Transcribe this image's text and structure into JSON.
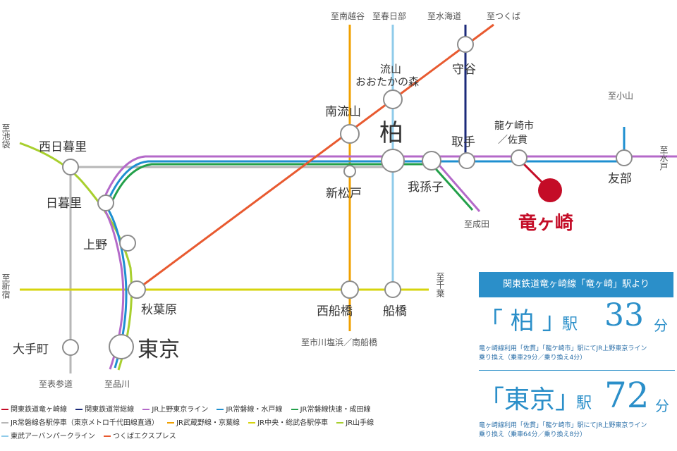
{
  "colors": {
    "kantetsu": "#c40c27",
    "joso": "#1b2a7a",
    "ueno_tokyo": "#b469c9",
    "joban_mito": "#1e8fd0",
    "joban_rapid": "#23a04a",
    "joban_local": "#b7b7b7",
    "musashino": "#f0a000",
    "chuo_sobu": "#d6d40d",
    "yamanote": "#a8cf2e",
    "urban_park": "#8fcbea",
    "tsukuba_express": "#e85a30"
  },
  "directions": {
    "minami_koshigaya": "至南越谷",
    "kasukabe": "至春日部",
    "mitsukaido": "至水海道",
    "tsukuba": "至つくば",
    "oyama": "至小山",
    "mito": "至水戸",
    "ikebukuro": "至池袋",
    "shinjuku": "至新宿",
    "chiba": "至千葉",
    "narita": "至成田",
    "ichikawa": "至市川塩浜／南船橋",
    "omotesando": "至表参道",
    "shinagawa": "至品川"
  },
  "stations": {
    "moriya": "守谷",
    "nagareyama_line1": "流山",
    "nagareyama_line2": "おおたかの森",
    "minami_nagareyama": "南流山",
    "kashiwa": "柏",
    "shin_matsudo": "新松戸",
    "abiko": "我孫子",
    "toride": "取手",
    "ryugasaki_shi_line1": "龍ケ崎市",
    "ryugasaki_shi_line2": "／佐貫",
    "tomobe": "友部",
    "ryugasaki": "竜ヶ崎",
    "nishi_nippori": "西日暮里",
    "nippori": "日暮里",
    "ueno": "上野",
    "akihabara": "秋葉原",
    "tokyo": "東京",
    "otemachi": "大手町",
    "nishi_funabashi": "西船橋",
    "funabashi": "船橋"
  },
  "info": {
    "header": "関東鉄道竜ヶ崎線「竜ヶ崎」駅より",
    "kashiwa": {
      "name": "「 柏 」",
      "eki": "駅",
      "minutes": "33",
      "unit": "分",
      "note_line1": "竜ヶ崎線利用「佐貫」「龍ケ崎市」駅にてJR上野東京ライン",
      "note_line2": "乗り換え（乗車29分／乗り換え4分）"
    },
    "tokyo": {
      "name": "「東京」",
      "eki": "駅",
      "minutes": "72",
      "unit": "分",
      "note_line1": "竜ヶ崎線利用「佐貫」「龍ケ崎市」駅にてJR上野東京ライン",
      "note_line2": "乗り換え（乗車64分／乗り換え8分）"
    }
  },
  "legend": [
    {
      "label": "関東鉄道竜ヶ崎線",
      "color": "#c40c27"
    },
    {
      "label": "関東鉄道常総線",
      "color": "#1b2a7a"
    },
    {
      "label": "JR上野東京ライン",
      "color": "#b469c9"
    },
    {
      "label": "JR常磐線・水戸線",
      "color": "#1e8fd0"
    },
    {
      "label": "JR常磐線快速・成田線",
      "color": "#23a04a"
    },
    {
      "label": "JR常磐線各駅停車（東京メトロ千代田線直通）",
      "color": "#b7b7b7"
    },
    {
      "label": "JR武蔵野線・京葉線",
      "color": "#f0a000"
    },
    {
      "label": "JR中央・総武各駅停車",
      "color": "#d6d40d"
    },
    {
      "label": "JR山手線",
      "color": "#a8cf2e"
    },
    {
      "label": "東武アーバンパークライン",
      "color": "#8fcbea"
    },
    {
      "label": "つくばエクスプレス",
      "color": "#e85a30"
    }
  ]
}
